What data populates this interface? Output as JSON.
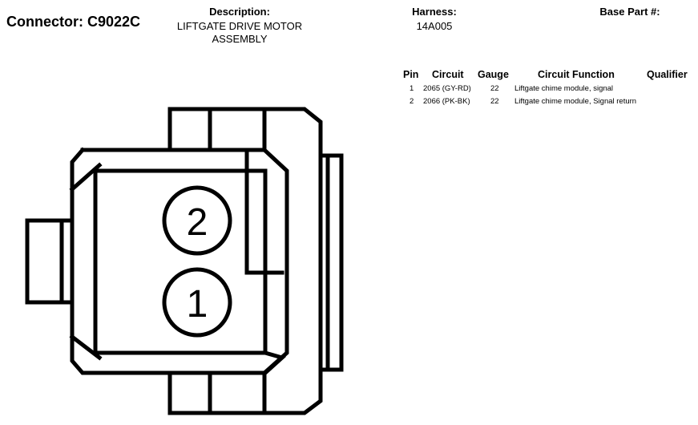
{
  "connector": {
    "title": "Connector: C9022C"
  },
  "header": {
    "description_label": "Description:",
    "description_lines": [
      "LIFTGATE DRIVE MOTOR",
      "ASSEMBLY"
    ],
    "harness_label": "Harness:",
    "harness_value": "14A005",
    "base_part_label": "Base Part #:"
  },
  "pin_table": {
    "columns": [
      "Pin",
      "Circuit",
      "Gauge",
      "Circuit Function",
      "Qualifier"
    ],
    "rows": [
      {
        "pin": "1",
        "circuit": "2065 (GY-RD)",
        "gauge": "22",
        "function": "Liftgate chime module, signal",
        "qualifier": ""
      },
      {
        "pin": "2",
        "circuit": "2066 (PK-BK)",
        "gauge": "22",
        "function": "Liftgate chime module, Signal return",
        "qualifier": ""
      }
    ]
  },
  "diagram": {
    "pins": [
      "2",
      "1"
    ]
  }
}
